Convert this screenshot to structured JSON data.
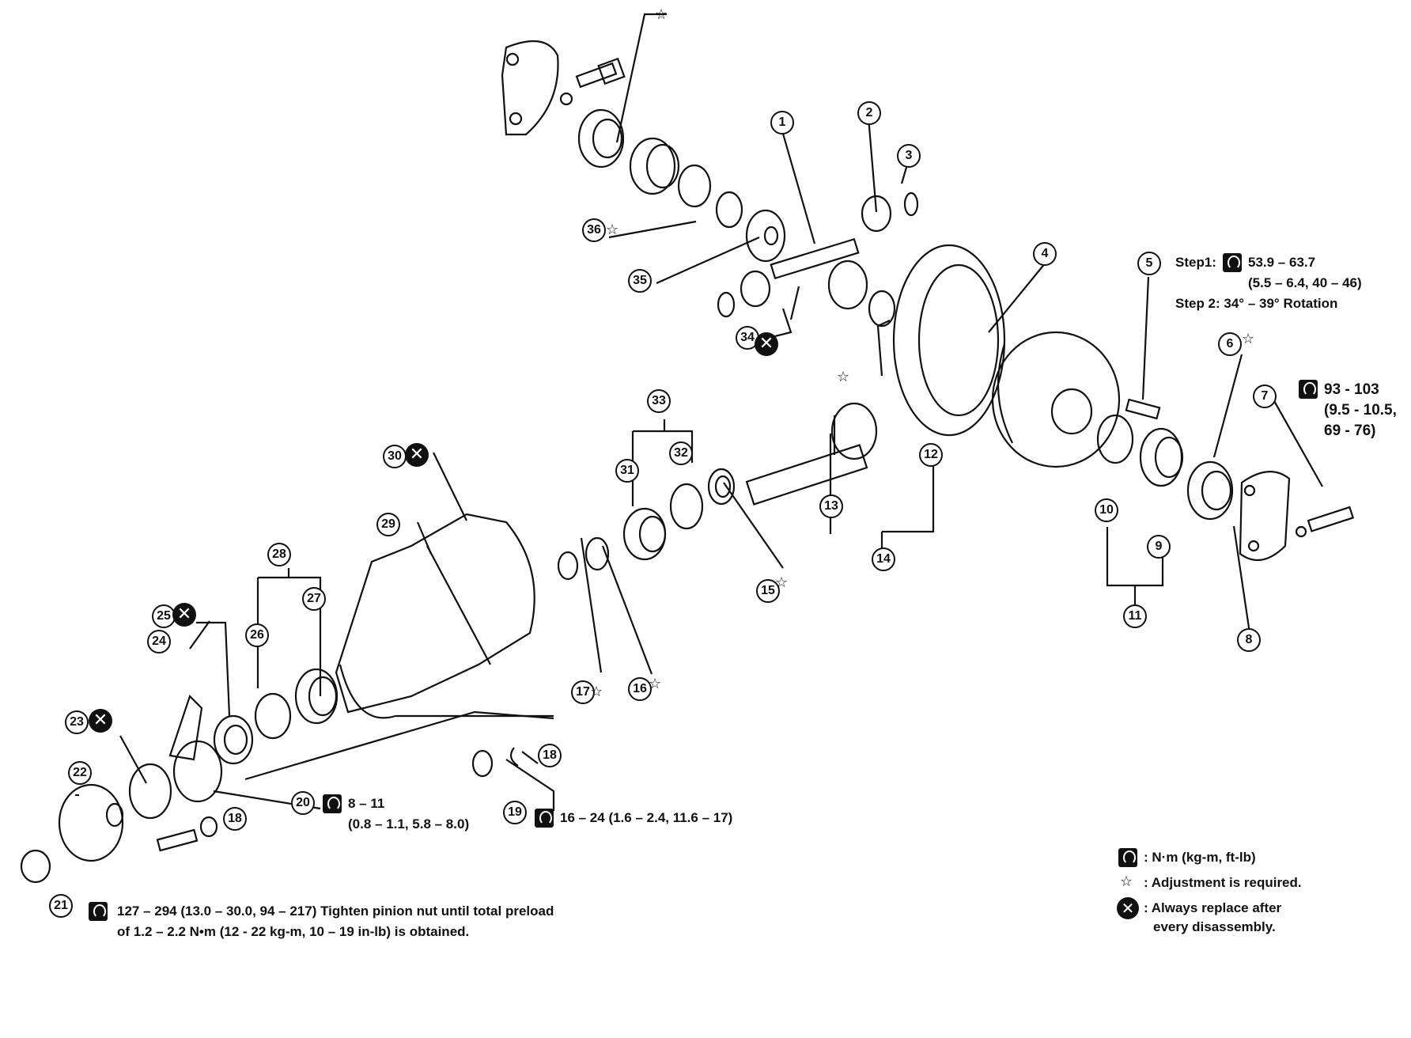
{
  "callouts": [
    "1",
    "2",
    "3",
    "4",
    "5",
    "6",
    "7",
    "8",
    "9",
    "10",
    "11",
    "12",
    "13",
    "14",
    "15",
    "16",
    "17",
    "18",
    "18",
    "19",
    "20",
    "21",
    "22",
    "23",
    "24",
    "25",
    "26",
    "27",
    "28",
    "29",
    "30",
    "31",
    "32",
    "33",
    "34",
    "35",
    "36"
  ],
  "annotations": {
    "item5_step1": "Step1:",
    "item5_step1_value": "53.9 – 63.7",
    "item5_step1_alt": "(5.5 – 6.4, 40 – 46)",
    "item5_step2": "Step 2: 34° – 39° Rotation",
    "item7_value": "93  -  103",
    "item7_alt1": "(9.5  -  10.5,",
    "item7_alt2": "69  -  76)",
    "item19_value": "16 – 24 (1.6 – 2.4, 11.6 – 17)",
    "item20_value": "8 – 11",
    "item20_alt": "(0.8 – 1.1, 5.8 – 8.0)",
    "item21_line1": "127 – 294 (13.0 – 30.0, 94 – 217) Tighten pinion nut until total preload",
    "item21_line2": "of 1.2 – 2.2 N•m (12 - 22 kg-m, 10 – 19 in-lb) is obtained."
  },
  "legend": {
    "torque": ": N·m (kg-m, ft-lb)",
    "adjust": ": Adjustment is required.",
    "replace_line1": ": Always replace after",
    "replace_line2": "every disassembly."
  },
  "symbols": {
    "star": "☆",
    "cross": "✕"
  }
}
